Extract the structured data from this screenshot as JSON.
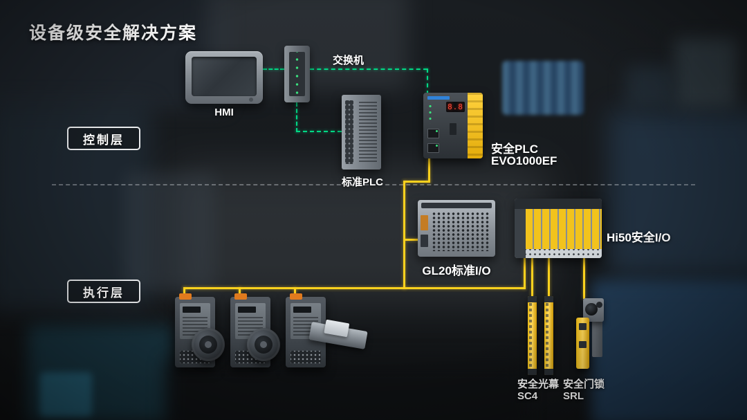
{
  "title": "设备级安全解决方案",
  "layers": {
    "control": "控制层",
    "execution": "执行层"
  },
  "nodes": {
    "hmi": "HMI",
    "switch": "交换机",
    "std_plc": "标准PLC",
    "safety_plc_line1": "安全PLC",
    "safety_plc_line2": "EVO1000EF",
    "gl20": "GL20标准I/O",
    "hi50": "Hi50安全I/O",
    "light_curtain_line1": "安全光幕",
    "light_curtain_line2": "SC4",
    "door_lock_line1": "安全门锁",
    "door_lock_line2": "SRL"
  },
  "plc_display": "8.8",
  "colors": {
    "control_link": "#00d985",
    "safety_link": "#ffd21e",
    "background": "#16191c"
  }
}
